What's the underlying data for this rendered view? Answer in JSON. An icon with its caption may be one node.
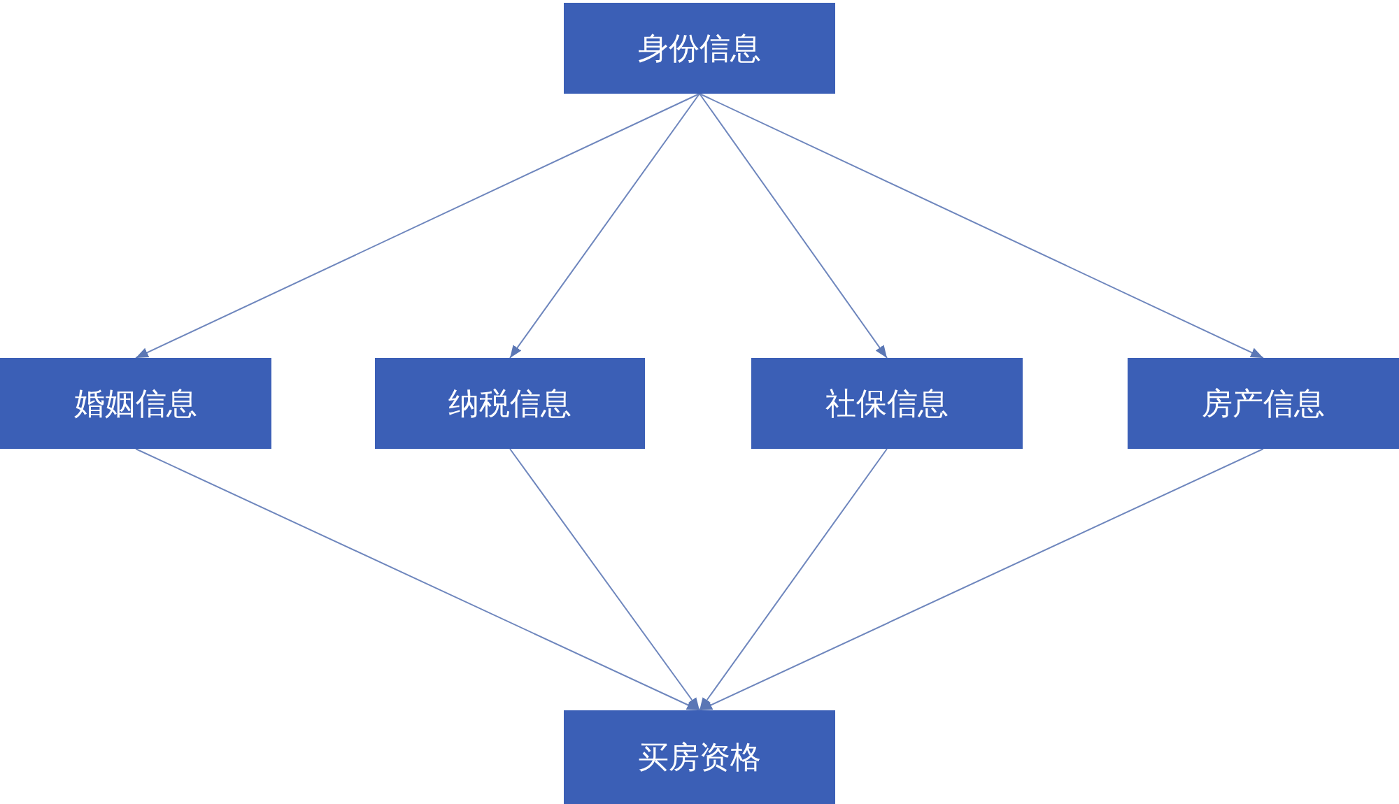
{
  "diagram": {
    "nodes": [
      {
        "text": [
          "身份信息"
        ]
      },
      {
        "text": [
          "婚姻信息"
        ]
      },
      {
        "text": [
          "纳税信息"
        ]
      },
      {
        "text": [
          "社保信息"
        ]
      },
      {
        "text": [
          "房产信息"
        ]
      },
      {
        "text": [
          "买房资格"
        ]
      }
    ],
    "edges": [
      {
        "from": 0,
        "to": 1,
        "arrow": "to"
      },
      {
        "from": 0,
        "to": 2,
        "arrow": "to"
      },
      {
        "from": 0,
        "to": 3,
        "arrow": "to"
      },
      {
        "from": 0,
        "to": 4,
        "arrow": "to"
      },
      {
        "from": 1,
        "to": 5,
        "arrow": "to"
      },
      {
        "from": 2,
        "to": 5,
        "arrow": "to"
      },
      {
        "from": 3,
        "to": 5,
        "arrow": "to"
      },
      {
        "from": 4,
        "to": 5,
        "arrow": "to"
      }
    ]
  }
}
